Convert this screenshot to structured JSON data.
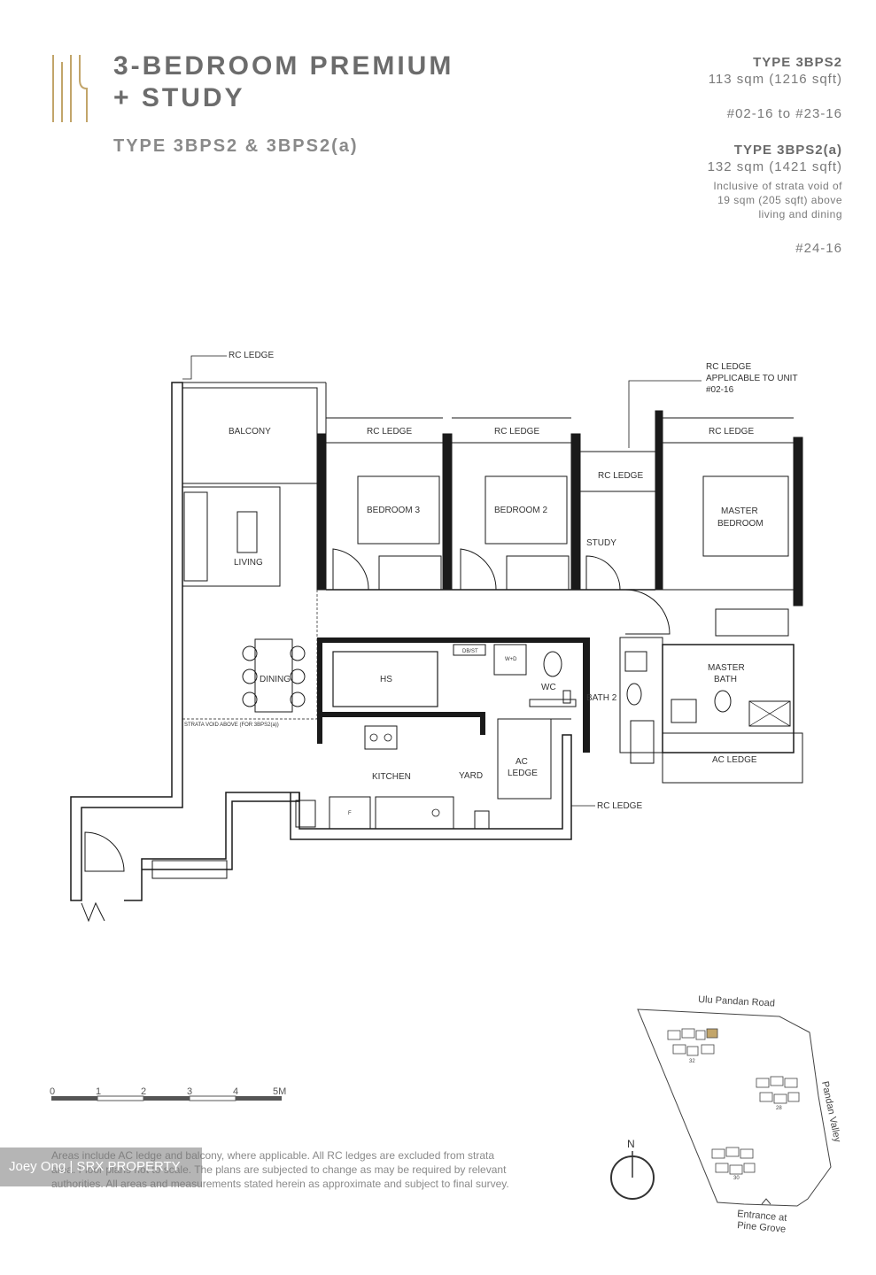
{
  "header": {
    "title_line1": "3-BEDROOM PREMIUM",
    "title_line2": "+ STUDY",
    "subtitle": "TYPE 3BPS2 & 3BPS2(a)"
  },
  "unit_types": {
    "type_a_name": "TYPE 3BPS2",
    "type_a_area": "113 sqm (1216 sqft)",
    "type_a_units": "#02-16 to #23-16",
    "type_b_name": "TYPE 3BPS2(a)",
    "type_b_area": "132 sqm (1421 sqft)",
    "type_b_note_1": "Inclusive of strata void of",
    "type_b_note_2": "19 sqm (205 sqft) above",
    "type_b_note_3": "living and dining",
    "type_b_units": "#24-16"
  },
  "plan_labels": {
    "rc_ledge": "RC LEDGE",
    "rc_ledge_note_1": "RC LEDGE",
    "rc_ledge_note_2": "APPLICABLE TO UNIT",
    "rc_ledge_note_3": "#02-16",
    "balcony": "BALCONY",
    "living": "LIVING",
    "dining": "DINING",
    "bedroom3": "BEDROOM 3",
    "bedroom2": "BEDROOM 2",
    "study": "STUDY",
    "master_bedroom_1": "MASTER",
    "master_bedroom_2": "BEDROOM",
    "hs": "HS",
    "db_st": "DB/ST",
    "wd": "W+D",
    "wc": "WC",
    "bath2": "BATH 2",
    "master_bath_1": "MASTER",
    "master_bath_2": "BATH",
    "ac_ledge": "AC LEDGE",
    "ac_ledge_1": "AC",
    "ac_ledge_2": "LEDGE",
    "kitchen": "KITCHEN",
    "yard": "YARD",
    "fridge": "F",
    "strata_void": "STRATA VOID ABOVE (FOR 3BPS2(a))"
  },
  "scale": {
    "ticks": [
      "0",
      "1",
      "2",
      "3",
      "4",
      "5M"
    ]
  },
  "disclaimer": "Areas include AC ledge and balcony, where applicable. All RC ledges are excluded from strata area. Floor plans not to scale. The plans are subjected to change as may be required by relevant authorities. All areas and measurements stated herein as approximate and subject to final survey.",
  "watermark": "Joey Ong | SRX PROPERTY",
  "site_plan": {
    "road_top": "Ulu Pandan Road",
    "road_right": "Pandan Valley",
    "entrance_1": "Entrance at",
    "entrance_2": "Pine Grove",
    "block_1": "32",
    "block_2": "28",
    "block_3": "30",
    "north": "N",
    "highlight_color": "#c2a56a"
  },
  "colors": {
    "accent_gold": "#c2a56a",
    "wall": "#1a1a1a"
  }
}
